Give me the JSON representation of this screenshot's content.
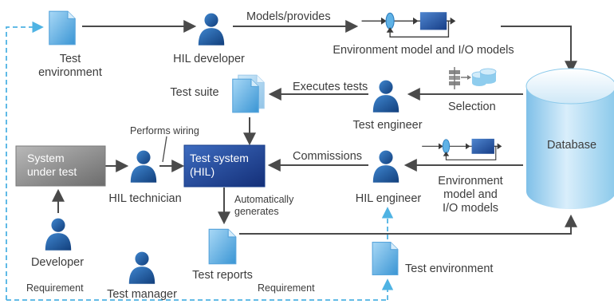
{
  "nodes": {
    "test_environment_top": "Test\nenvironment",
    "hil_developer": "HIL developer",
    "environment_models_top": "Environment model and I/O models",
    "database": "Database",
    "test_suite": "Test suite",
    "test_engineer": "Test engineer",
    "system_under_test": "System\nunder test",
    "hil_technician": "HIL technician",
    "test_system": "Test system\n(HIL)",
    "hil_engineer": "HIL engineer",
    "environment_models_right": "Environment\nmodel and\nI/O models",
    "developer": "Developer",
    "test_reports": "Test reports",
    "test_environment_bottom": "Test environment",
    "test_manager": "Test manager"
  },
  "edges": {
    "models_provides": "Models/provides",
    "executes_tests": "Executes tests",
    "selection": "Selection",
    "performs_wiring": "Performs wiring",
    "commissions": "Commissions",
    "automatically_generates": "Automatically\ngenerates",
    "requirement_left": "Requirement",
    "requirement_right": "Requirement"
  },
  "colors": {
    "person": "#1f5fa8",
    "document": "#6fb4e6",
    "database": "#b5dcf3",
    "test_system": "#234aa0",
    "system_under_test": "#8f8f8f",
    "arrow": "#4a4a4a",
    "dashed_arrow": "#4fb3e3"
  }
}
